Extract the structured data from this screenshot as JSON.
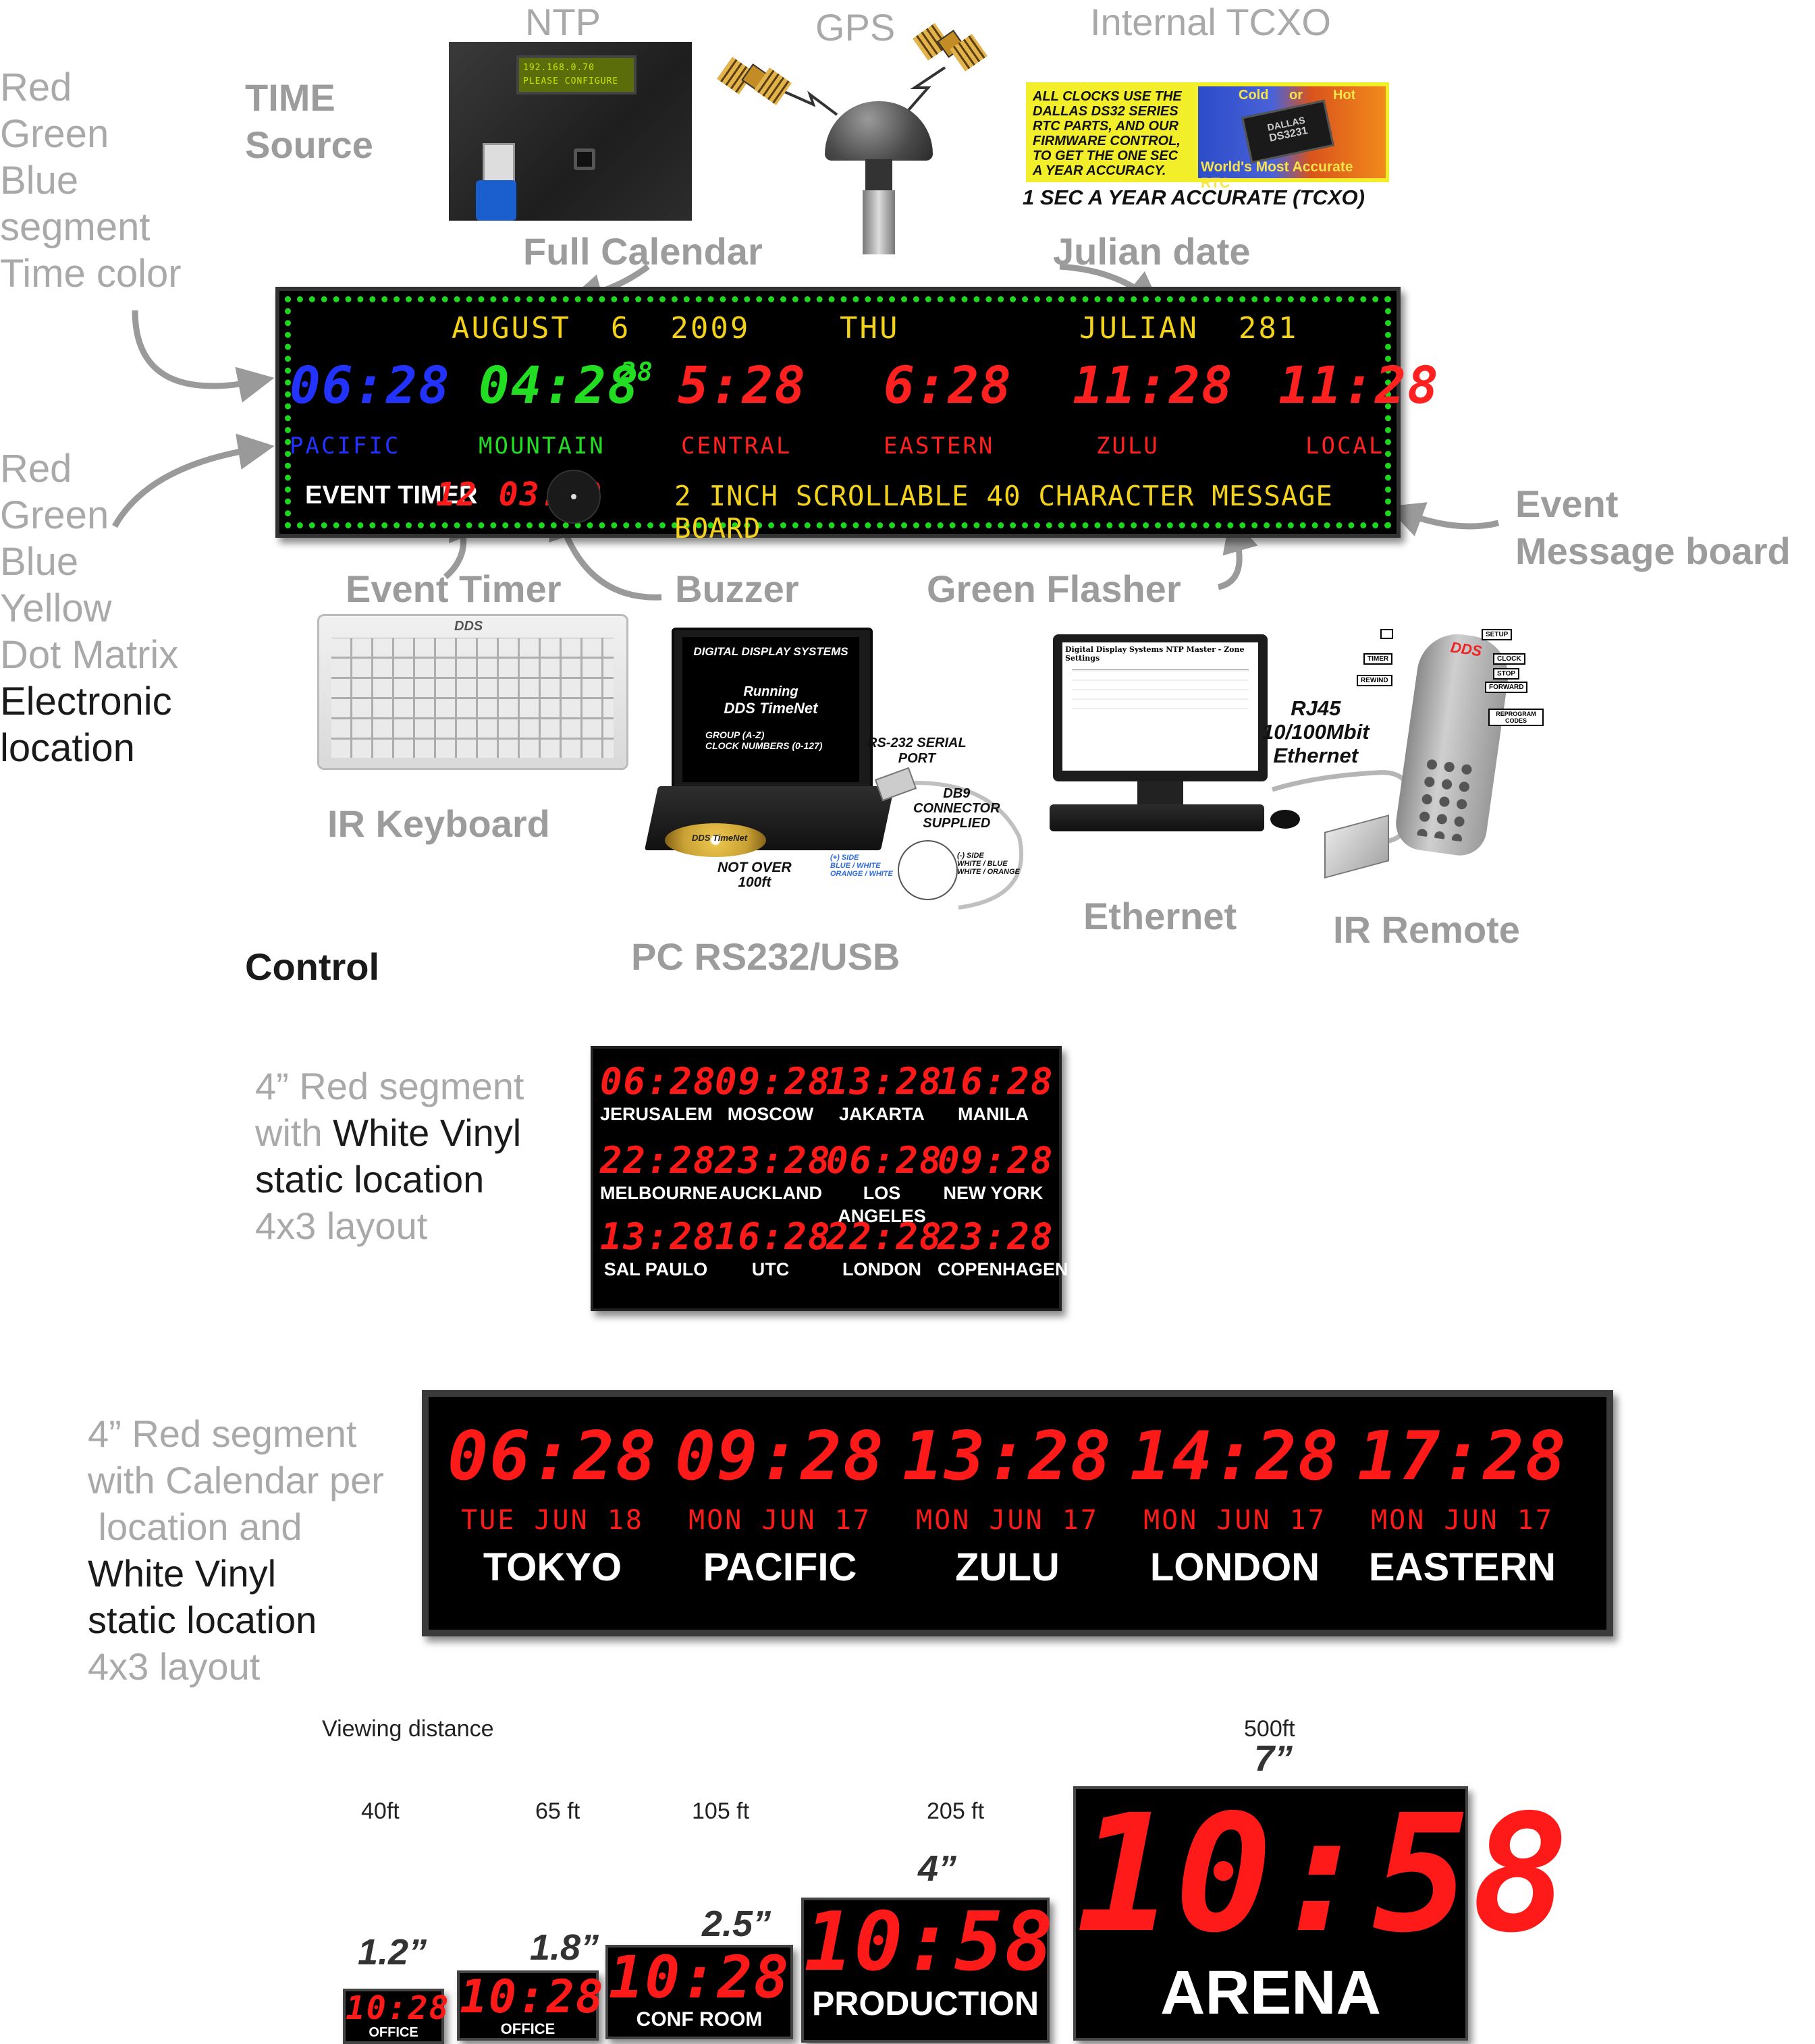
{
  "time_source": {
    "heading": [
      "TIME",
      "Source"
    ],
    "ntp_label": "NTP",
    "ntp_lcd": [
      "192.168.0.70",
      "PLEASE CONFIGURE"
    ],
    "gps_label": "GPS",
    "tcxo_label": "Internal TCXO",
    "tcxo_box_text": [
      "ALL CLOCKS USE THE",
      "DALLAS DS32 SERIES",
      "RTC PARTS, AND OUR",
      "FIRMWARE CONTROL,",
      "TO GET THE ONE SEC",
      "A YEAR ACCURACY."
    ],
    "tcxo_chip_top": [
      "Cold",
      "or",
      "Hot"
    ],
    "tcxo_chip_text": [
      "DALLAS",
      "DS3231"
    ],
    "tcxo_chip_caption": "World's Most Accurate RTC",
    "tcxo_caption": "1 SEC A YEAR ACCURATE (TCXO)"
  },
  "side_labels": {
    "rgb_segment": [
      "Red",
      "Green",
      "Blue",
      "segment",
      "Time color"
    ],
    "dot_matrix": [
      "Red",
      "Green",
      "Blue",
      "Yellow",
      "Dot Matrix"
    ],
    "electronic_location": [
      "Electronic",
      "location"
    ]
  },
  "callouts": {
    "full_calendar": "Full Calendar",
    "julian_date": "Julian date",
    "event_message_board": [
      "Event",
      "Message board"
    ],
    "event_timer": "Event Timer",
    "buzzer": "Buzzer",
    "green_flasher": "Green Flasher"
  },
  "main_display": {
    "date": "AUGUST  6  2009",
    "weekday": "THU",
    "julian": "JULIAN  281",
    "zones": [
      {
        "time": "06:28",
        "label": "PACIFIC",
        "color": "#2233ff"
      },
      {
        "time": "04:28",
        "seconds": "28",
        "label": "MOUNTAIN",
        "color": "#22dd22"
      },
      {
        "time": "5:28",
        "label": "CENTRAL",
        "color": "#ff2020"
      },
      {
        "time": "6:28",
        "label": "EASTERN",
        "color": "#ff2020"
      },
      {
        "time": "11:28",
        "label": "ZULU",
        "color": "#ff2020"
      },
      {
        "time": "11:28",
        "label": "LOCAL",
        "color": "#ff2020"
      }
    ],
    "event_timer_label": "EVENT TIMER",
    "event_timer_value": "12 03:20",
    "message": "2 INCH SCROLLABLE 40 CHARACTER MESSAGE BOARD"
  },
  "control": {
    "heading": "Control",
    "ir_keyboard": "IR Keyboard",
    "keyboard_brand": "DDS",
    "pc": "PC RS232/USB",
    "laptop_screen": [
      "DIGITAL DISPLAY SYSTEMS",
      "Running",
      "DDS TimeNet",
      "GROUP  (A-Z)",
      "CLOCK NUMBERS  (0-127)"
    ],
    "laptop_notes": {
      "rs232": [
        "RS-232 SERIAL",
        "PORT"
      ],
      "db9": [
        "DB9",
        "CONNECTOR",
        "SUPPLIED"
      ],
      "cd_label": "DDS TimeNet",
      "not_over": [
        "NOT OVER",
        "100ft"
      ],
      "plus_side": [
        "(+) SIDE",
        "BLUE / WHITE",
        "ORANGE / WHITE"
      ],
      "minus_side": [
        "(-) SIDE",
        "WHITE / BLUE",
        "WHITE / ORANGE"
      ]
    },
    "ethernet": "Ethernet",
    "monitor_title": "Digital Display Systems NTP Master - Zone Settings",
    "rj45": [
      "RJ45",
      "10/100Mbit",
      "Ethernet"
    ],
    "ir_remote": "IR Remote",
    "remote_brand": "DDS",
    "remote_tags": [
      "SETUP",
      "CLOCK",
      "TIMER",
      "STOP",
      "REWIND",
      "FORWARD",
      "REPROGRAM CODES"
    ]
  },
  "world_clock_4x3": {
    "caption": [
      {
        "text": "4” Red segment",
        "dark": false
      },
      {
        "text": "with ",
        "dark": false,
        "rest": "White Vinyl"
      },
      {
        "text": "static location",
        "dark": true
      },
      {
        "text": "4x3 layout",
        "dark": false
      }
    ],
    "cells": [
      {
        "time": "06:28",
        "city": "JERUSALEM"
      },
      {
        "time": "09:28",
        "city": "MOSCOW"
      },
      {
        "time": "13:28",
        "city": "JAKARTA"
      },
      {
        "time": "16:28",
        "city": "MANILA"
      },
      {
        "time": "22:28",
        "city": "MELBOURNE"
      },
      {
        "time": "23:28",
        "city": "AUCKLAND"
      },
      {
        "time": "06:28",
        "city": "LOS ANGELES"
      },
      {
        "time": "09:28",
        "city": "NEW YORK"
      },
      {
        "time": "13:28",
        "city": "SAL PAULO"
      },
      {
        "time": "16:28",
        "city": "UTC"
      },
      {
        "time": "22:28",
        "city": "LONDON"
      },
      {
        "time": "23:28",
        "city": "COPENHAGEN"
      }
    ]
  },
  "calendar_clock": {
    "caption": [
      "4” Red segment",
      "with Calendar per",
      " location and",
      "White Vinyl",
      "static location",
      "4x3 layout"
    ],
    "cells": [
      {
        "time": "06:28",
        "date": "TUE JUN 18",
        "city": "TOKYO"
      },
      {
        "time": "09:28",
        "date": "MON JUN 17",
        "city": "PACIFIC"
      },
      {
        "time": "13:28",
        "date": "MON JUN 17",
        "city": "ZULU"
      },
      {
        "time": "14:28",
        "date": "MON JUN 17",
        "city": "LONDON"
      },
      {
        "time": "17:28",
        "date": "MON JUN 17",
        "city": "EASTERN"
      }
    ]
  },
  "viewing": {
    "label": "Viewing distance",
    "clocks": [
      {
        "distance": "40ft",
        "size": "1.2”",
        "time": "10:28",
        "caption": "OFFICE"
      },
      {
        "distance": "65 ft",
        "size": "1.8”",
        "time": "10:28",
        "caption": "OFFICE"
      },
      {
        "distance": "105 ft",
        "size": "2.5”",
        "time": "10:28",
        "caption": "CONF ROOM"
      },
      {
        "distance": "205 ft",
        "size": "4”",
        "time": "10:58",
        "caption": "PRODUCTION"
      },
      {
        "distance": "500ft",
        "size": "7”",
        "time": "10:58",
        "caption": "ARENA"
      }
    ]
  },
  "colors": {
    "segment_red": "#ff1a1a",
    "flasher_green": "#1fd61f",
    "label_gray": "#a9a9a9",
    "matrix_yellow": "#f2d21b"
  }
}
